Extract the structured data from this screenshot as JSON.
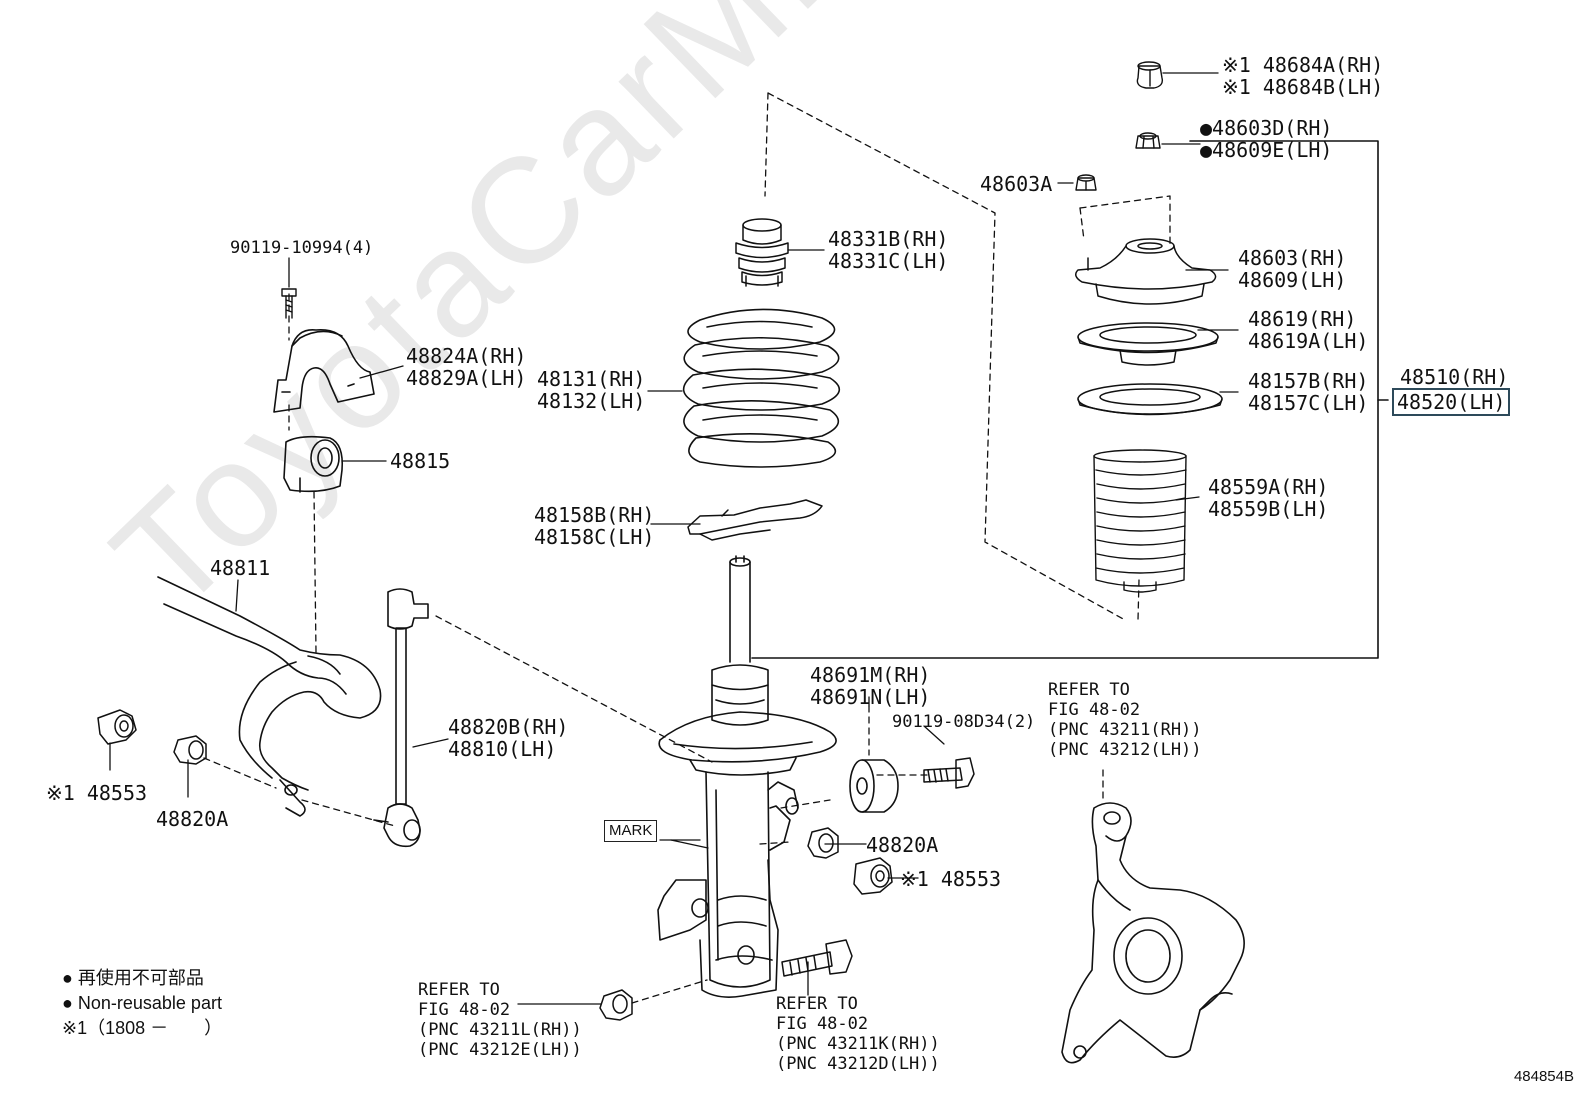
{
  "watermark": "ToyotaCarMine.ru",
  "figure_id": "484854B",
  "legend": {
    "line1": "● 再使用不可部品",
    "line2": "● Non-reusable part",
    "line3": "※1（1808 －　　）"
  },
  "mark_label": "MARK",
  "labels": {
    "p48684": [
      "※1 48684A(RH)",
      "※1 48684B(LH)"
    ],
    "p48603D": [
      "●48603D(RH)",
      "●48609E(LH)"
    ],
    "p48603A": [
      "48603A"
    ],
    "p48331": [
      "48331B(RH)",
      "48331C(LH)"
    ],
    "p90119_10994": [
      "90119-10994(4)"
    ],
    "p48603": [
      "48603(RH)",
      "48609(LH)"
    ],
    "p48619": [
      "48619(RH)",
      "48619A(LH)"
    ],
    "p48824": [
      "48824A(RH)",
      "48829A(LH)"
    ],
    "p48131": [
      "48131(RH)",
      "48132(LH)"
    ],
    "p48157": [
      "48157B(RH)",
      "48157C(LH)"
    ],
    "p48510": [
      "48510(RH)",
      "48520(LH)"
    ],
    "p48815": [
      "48815"
    ],
    "p48559": [
      "48559A(RH)",
      "48559B(LH)"
    ],
    "p48158": [
      "48158B(RH)",
      "48158C(LH)"
    ],
    "p48811": [
      "48811"
    ],
    "p48691": [
      "48691M(RH)",
      "48691N(LH)"
    ],
    "p_refer_knuckle": [
      "REFER TO",
      "FIG 48-02",
      "(PNC 43211(RH))",
      "(PNC 43212(LH))"
    ],
    "p90119_08D34": [
      "90119-08D34(2)"
    ],
    "p48820B": [
      "48820B(RH)",
      "48810(LH)"
    ],
    "p48553_left": [
      "※1 48553"
    ],
    "p48820A_left": [
      "48820A"
    ],
    "p48820A_right": [
      "48820A"
    ],
    "p48553_right": [
      "※1 48553"
    ],
    "p_refer_nut": [
      "REFER TO",
      "FIG 48-02",
      "(PNC 43211L(RH))",
      "(PNC 43212E(LH))"
    ],
    "p_refer_bolt": [
      "REFER TO",
      "FIG 48-02",
      "(PNC 43211K(RH))",
      "(PNC 43212D(LH))"
    ]
  }
}
